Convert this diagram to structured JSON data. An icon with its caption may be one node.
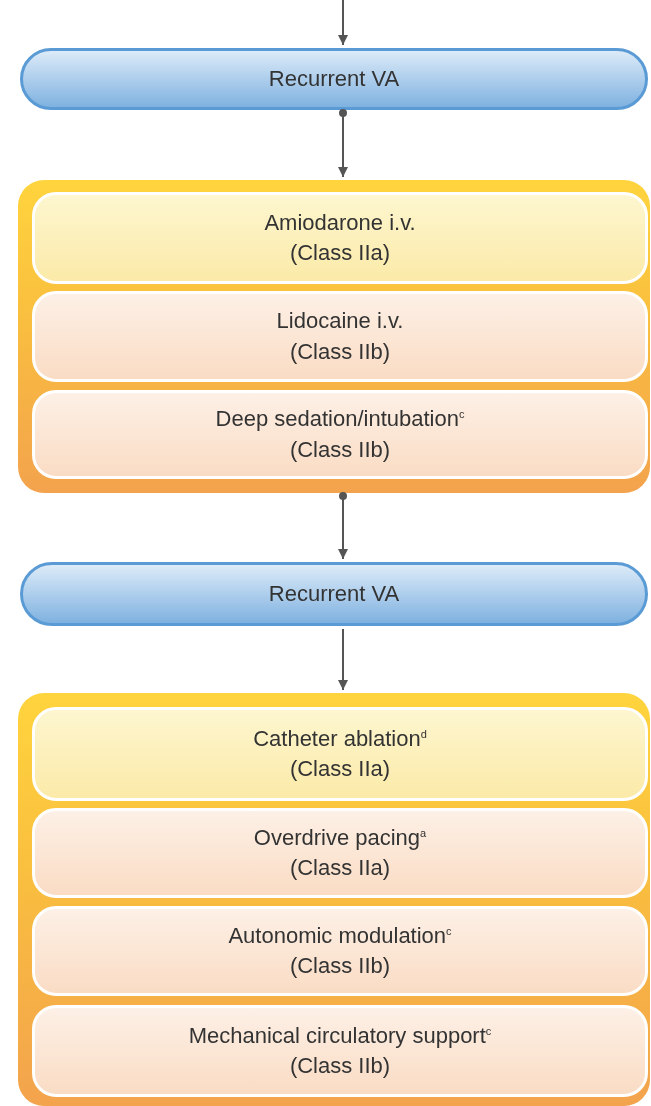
{
  "diagram": {
    "nodes": [
      {
        "text": [
          "Recurrent VA"
        ]
      },
      {
        "text": [],
        "shape": "box"
      },
      {
        "text": [
          "Amiodarone i.v.",
          "(Class IIa)"
        ],
        "in": 1
      },
      {
        "text": [
          "Lidocaine i.v.",
          "(Class IIb)"
        ],
        "in": 1
      },
      {
        "text": [
          "Deep sedation/intubation$^{c}$",
          "(Class IIb)"
        ],
        "in": 1
      },
      {
        "text": [
          "Recurrent VA"
        ]
      },
      {
        "text": [],
        "shape": "box"
      },
      {
        "text": [
          "Catheter ablation$^{d}$",
          "(Class IIa)"
        ],
        "in": 6
      },
      {
        "text": [
          "Overdrive pacing$^{a}$",
          "(Class IIa)"
        ],
        "in": 6
      },
      {
        "text": [
          "Autonomic modulation$^{c}$",
          "(Class IIb)"
        ],
        "in": 6
      },
      {
        "text": [
          "Mechanical circulatory support$^{c}$",
          "(Class IIb)"
        ],
        "in": 6
      }
    ],
    "edges": [
      {
        "from": null,
        "to": 0,
        "arrow": "to"
      },
      {
        "from": 0,
        "to": 1,
        "arrow": "to"
      },
      {
        "from": 1,
        "to": 5,
        "arrow": "to"
      },
      {
        "from": 5,
        "to": 6,
        "arrow": "to"
      }
    ]
  }
}
